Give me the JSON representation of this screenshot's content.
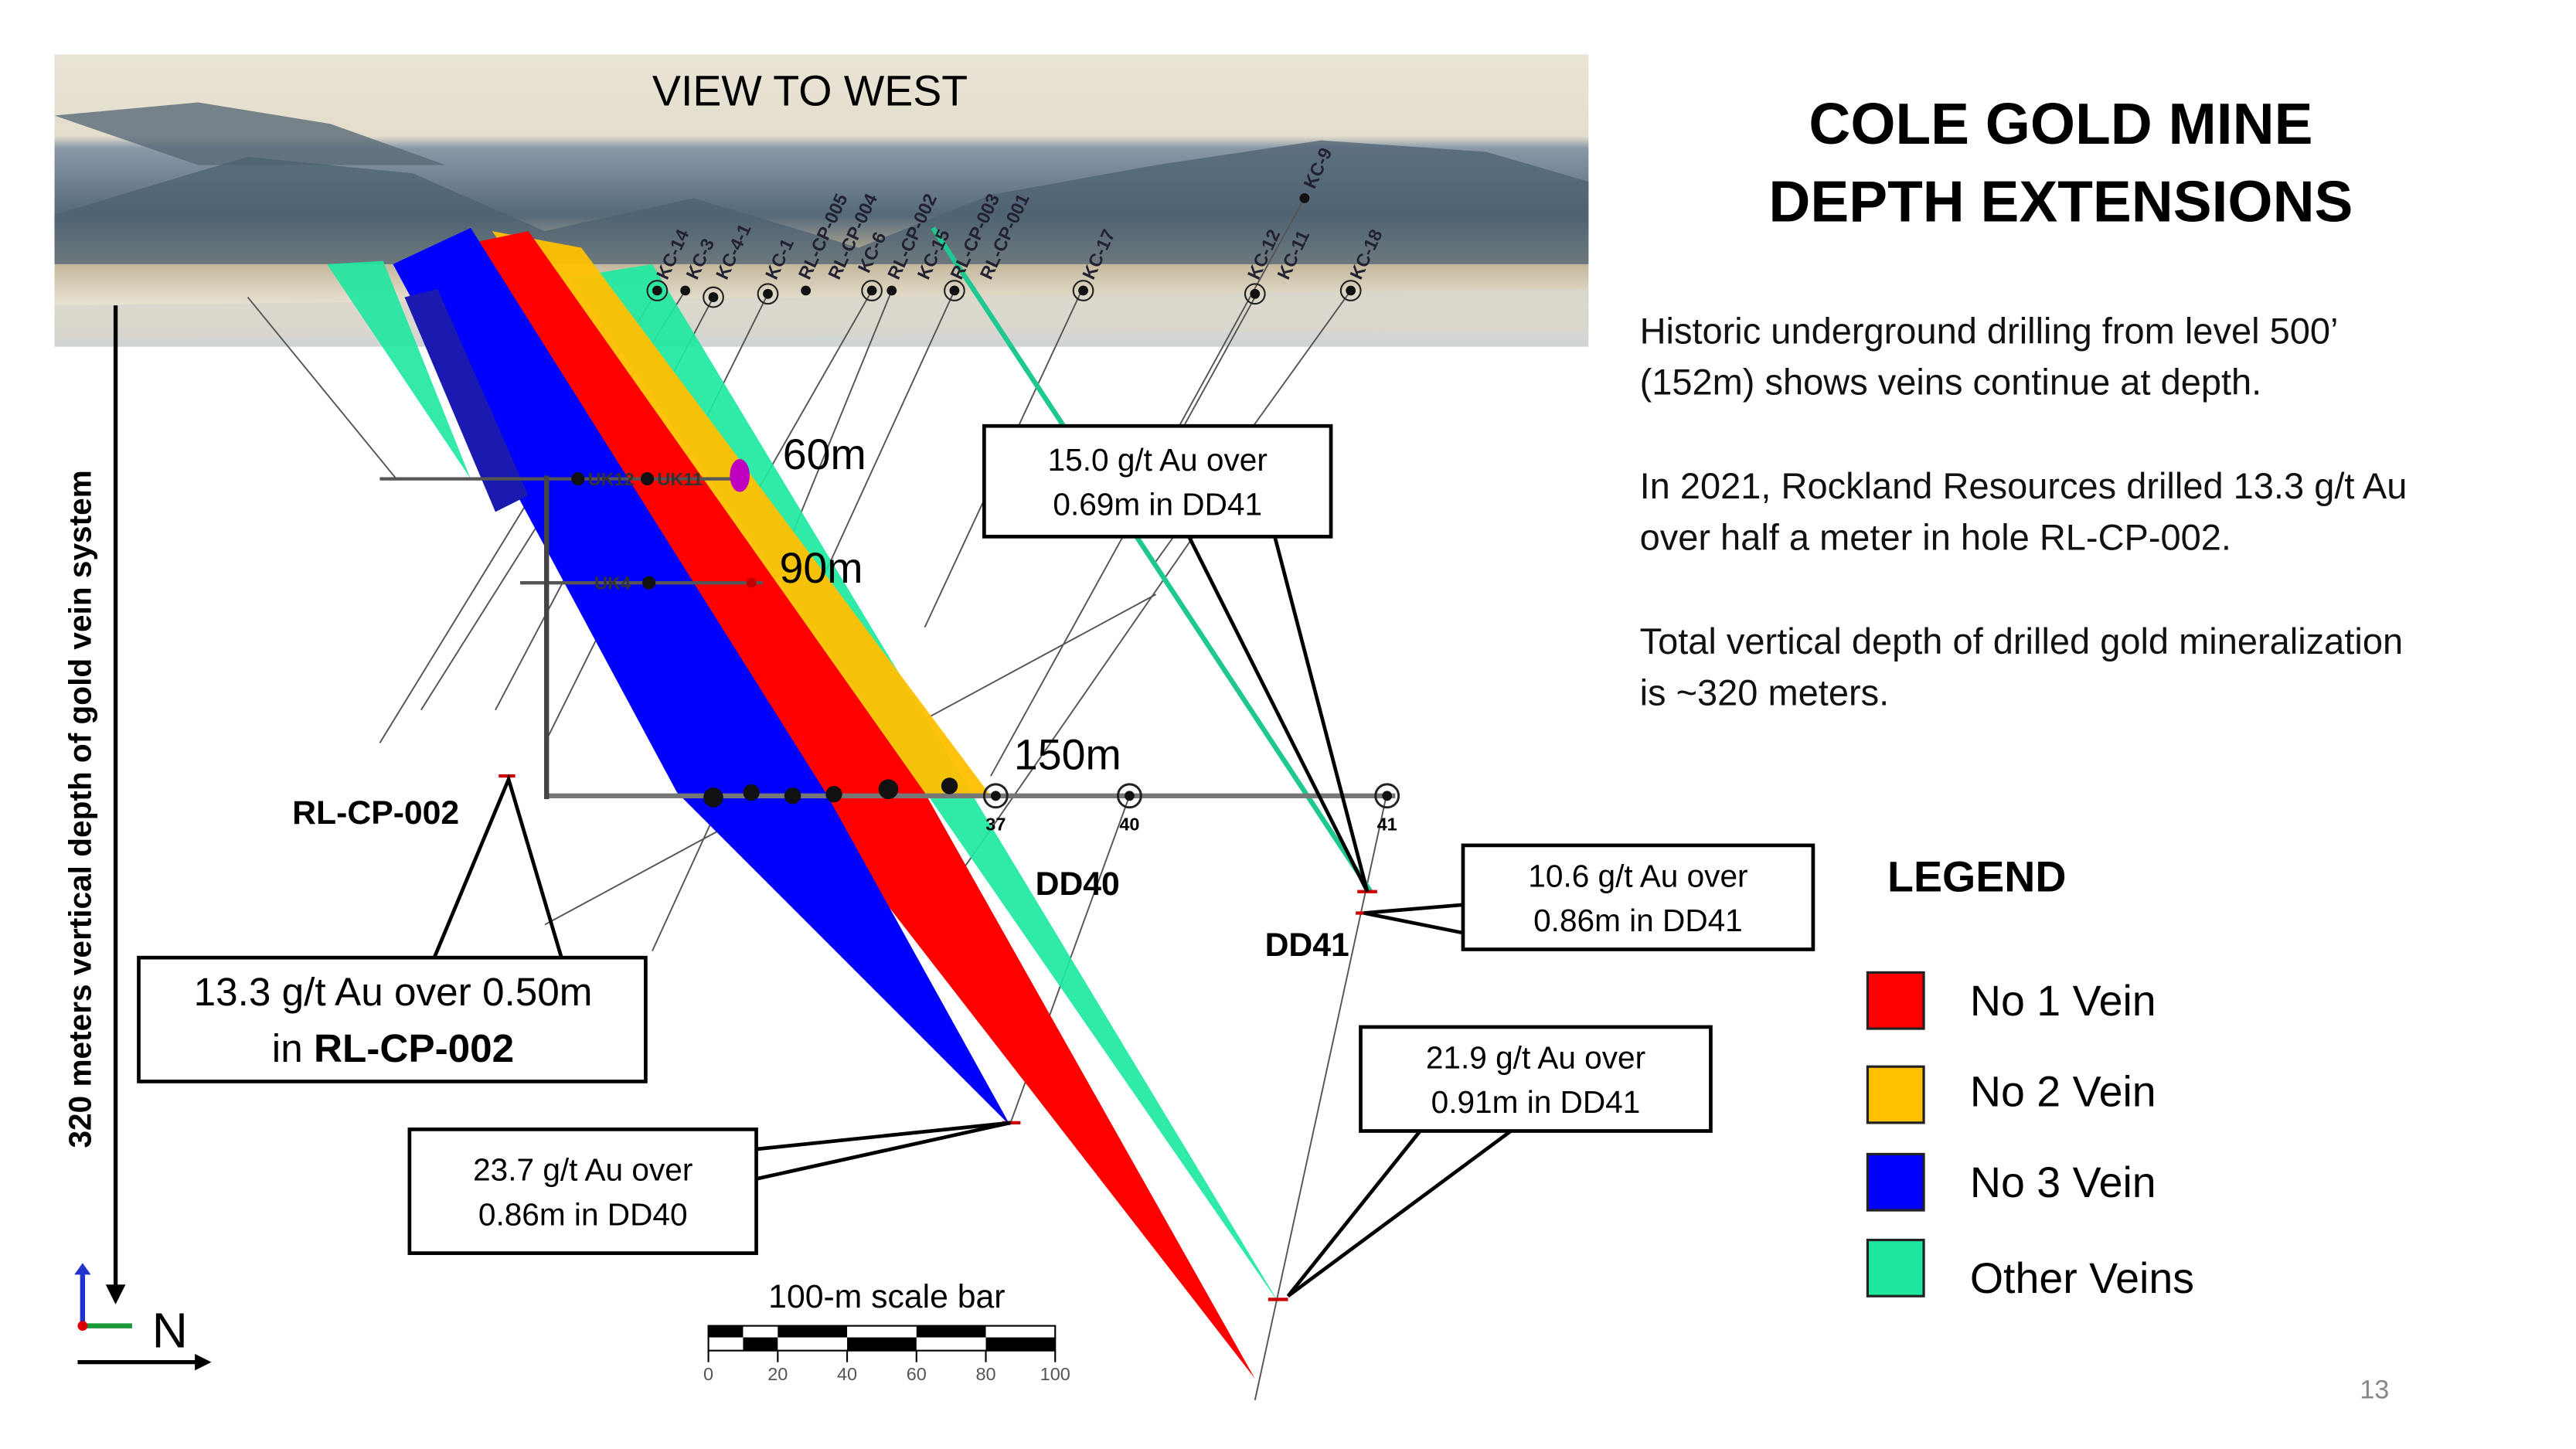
{
  "title": {
    "line1": "COLE GOLD MINE",
    "line2": "DEPTH EXTENSIONS"
  },
  "paragraphs": [
    {
      "line1": "Historic underground drilling from level 500’",
      "line2": "(152m) shows veins continue at depth."
    },
    {
      "line1": "In 2021, Rockland Resources drilled 13.3 g/t Au",
      "line2": "over half a meter in hole RL-CP-002."
    },
    {
      "line1": "Total vertical depth of drilled gold mineralization",
      "line2": "is ~320 meters."
    }
  ],
  "legend": {
    "title": "LEGEND",
    "items": [
      {
        "label": "No 1 Vein",
        "color": "#ff0000"
      },
      {
        "label": "No 2 Vein",
        "color": "#ffc000"
      },
      {
        "label": "No 3 Vein",
        "color": "#0000ff"
      },
      {
        "label": "Other Veins",
        "color": "#1ee8a0"
      }
    ]
  },
  "section": {
    "view_label": "VIEW TO WEST",
    "depth_axis_label": "320 meters vertical depth of gold  vein system",
    "north_label": "N",
    "levels": [
      "60m",
      "90m",
      "150m"
    ],
    "hole_labels": [
      "KC-14",
      "KC-3",
      "KC-4-1",
      "KC-1",
      "RL-CP-005",
      "RL-CP-004",
      "KC-6",
      "RL-CP-002",
      "KC-15",
      "RL-CP-003",
      "RL-CP-001",
      "KC-17",
      "KC-9",
      "KC-12",
      "KC-11",
      "KC-18"
    ],
    "underground_labels": [
      "UK12",
      "UK11",
      "UK4"
    ],
    "station_labels": [
      "37",
      "40",
      "41"
    ],
    "drill_labels": {
      "rl": "RL-CP-002",
      "dd40": "DD40",
      "dd41": "DD41"
    },
    "callouts": [
      {
        "line1": "15.0 g/t Au over",
        "line2": "0.69m in DD41"
      },
      {
        "line1": "10.6 g/t Au over",
        "line2": "0.86m in DD41"
      },
      {
        "line1": "21.9 g/t Au over",
        "line2": "0.91m in DD41"
      },
      {
        "line1": "23.7 g/t Au over",
        "line2": "0.86m in DD40"
      },
      {
        "line1": "13.3 g/t Au over 0.50m",
        "line2_prefix": "in ",
        "line2_bold": "RL-CP-002"
      }
    ],
    "scale_bar": {
      "label": "100-m scale bar",
      "ticks": [
        "0",
        "20",
        "40",
        "60",
        "80",
        "100"
      ]
    }
  },
  "page_number": "13"
}
